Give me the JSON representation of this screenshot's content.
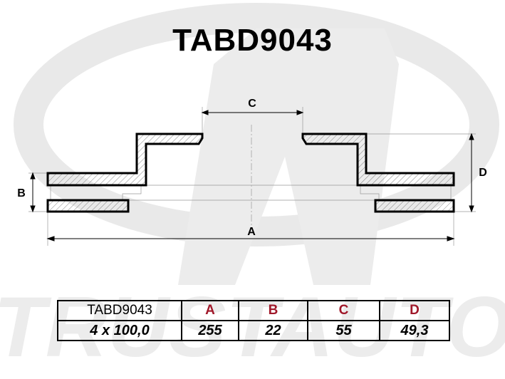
{
  "title": "TABD9043",
  "watermark": "TRUSTAUTO",
  "drawing": {
    "label_a": "A",
    "label_b": "B",
    "label_c": "C",
    "label_d": "D"
  },
  "table": {
    "headers": [
      "TABD9043",
      "A",
      "B",
      "C",
      "D"
    ],
    "values": [
      "4 x 100,0",
      "255",
      "22",
      "55",
      "49,3"
    ]
  },
  "colors": {
    "header_letters": "#a0182a",
    "watermark": "#e6e6e6"
  }
}
